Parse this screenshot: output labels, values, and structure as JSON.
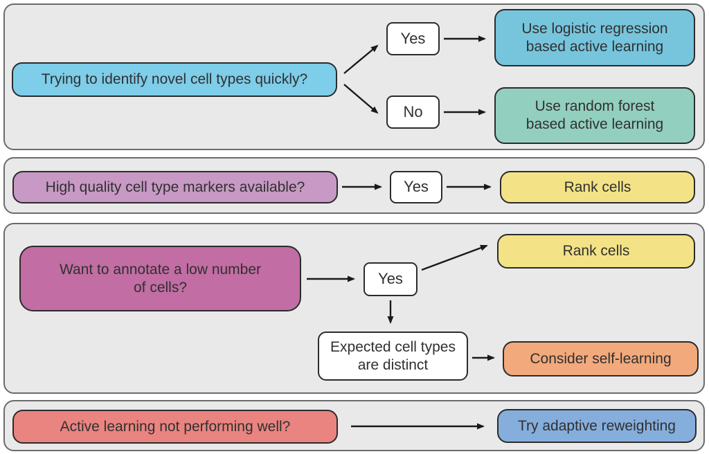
{
  "title": "Active learning decision flowchart",
  "colors": {
    "page_bg": "#ffffff",
    "panel_bg": "#e9e9e9",
    "panel_border": "#6b6b6b",
    "box_border": "#2b2b2b",
    "text": "#303030",
    "arrow": "#1a1a1a"
  },
  "panels": [
    {
      "question": {
        "text": "Trying to identify novel cell types quickly?",
        "color": "#7ecde9"
      },
      "yes_label": "Yes",
      "no_label": "No",
      "yes_outcome": {
        "lines": [
          "Use logistic regression",
          "based active learning"
        ],
        "color": "#76c5dd"
      },
      "no_outcome": {
        "lines": [
          "Use random forest",
          "based active learning"
        ],
        "color": "#93cfbe"
      }
    },
    {
      "question": {
        "text": "High quality cell type markers available?",
        "color": "#c799c4"
      },
      "yes_label": "Yes",
      "outcome": {
        "text": "Rank cells",
        "color": "#f3e386"
      }
    },
    {
      "question": {
        "lines": [
          "Want to annotate a low number",
          "of cells?"
        ],
        "color": "#c26da4"
      },
      "yes_label": "Yes",
      "yes_outcome": {
        "text": "Rank cells",
        "color": "#f3e386"
      },
      "condition": {
        "lines": [
          "Expected cell types",
          "are distinct"
        ],
        "color": "#ffffff"
      },
      "condition_outcome": {
        "text": "Consider self-learning",
        "color": "#f2a97c"
      }
    },
    {
      "question": {
        "text": "Active learning not performing well?",
        "color": "#e98480"
      },
      "outcome": {
        "text": "Try adaptive reweighting",
        "color": "#85aedd"
      }
    }
  ]
}
